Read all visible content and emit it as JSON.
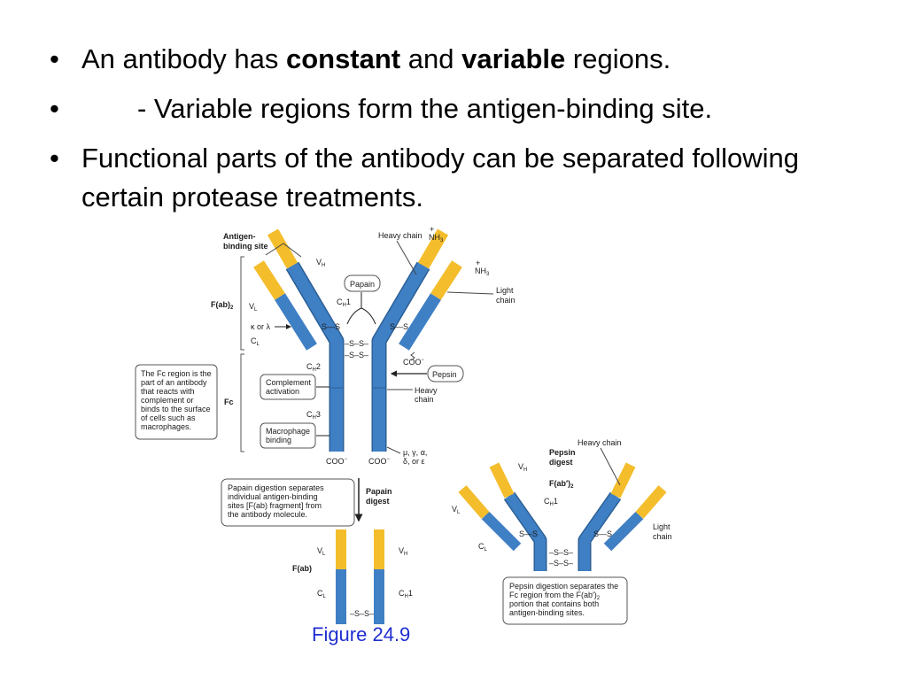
{
  "bullets": [
    {
      "pre": "An antibody has ",
      "b1": "constant",
      "mid": " and ",
      "b2": "variable",
      "post": " regions."
    },
    {
      "text": "- Variable regions form the antigen-binding site."
    },
    {
      "text": "Functional parts of the antibody can be separated following certain protease treatments."
    }
  ],
  "figure": {
    "antigen_binding_site": [
      "Antigen-",
      "binding site"
    ],
    "heavy_chain": "Heavy chain",
    "nh3": "NH",
    "nh3_sub": "3",
    "plus": "+",
    "vh": "V",
    "vh_sub": "H",
    "vl": "V",
    "vl_sub": "L",
    "papain": "Papain",
    "light_chain": [
      "Light",
      "chain"
    ],
    "fab2": "F(ab)",
    "fab2_sub": "2",
    "ch1": "C",
    "ch1_sub": "H",
    "ch1_num": "1",
    "kappa_lambda": "κ or λ",
    "cl": "C",
    "cl_sub": "L",
    "ss": "S—S",
    "s_s": "–S–S–",
    "ch2_num": "2",
    "ch3_num": "3",
    "coo": "COO",
    "coo_sup": "−",
    "pepsin": "Pepsin",
    "fc_note": [
      "The Fc region is the",
      "part of an antibody",
      "that reacts with",
      "complement or",
      "binds to the surface",
      "of cells such as",
      "macrophages."
    ],
    "fc": "Fc",
    "complement": [
      "Complement",
      "activation"
    ],
    "macrophage": [
      "Macrophage",
      "binding"
    ],
    "heavy_chain_2": [
      "Heavy",
      "chain"
    ],
    "isotypes": [
      "μ, γ, α,",
      "δ, or ε"
    ],
    "papain_note": [
      "Papain digestion separates",
      "individual antigen-binding",
      "sites [F(ab) fragment] from",
      "the antibody molecule."
    ],
    "papain_digest": [
      "Papain",
      "digest"
    ],
    "fab": "F(ab)",
    "pepsin_digest": [
      "Pepsin",
      "digest"
    ],
    "fab_prime": "F(ab′)",
    "fab_prime_sub": "2",
    "pepsin_note": [
      "Pepsin digestion separates the",
      "Fc region from the F(ab′)",
      "portion that contains both",
      "antigen-binding sites."
    ],
    "pepsin_note_sub": "2"
  },
  "caption": "Figure 24.9",
  "colors": {
    "blue": "#3f7fc4",
    "gold": "#f4bd2c",
    "caption": "#1f2fd0"
  }
}
